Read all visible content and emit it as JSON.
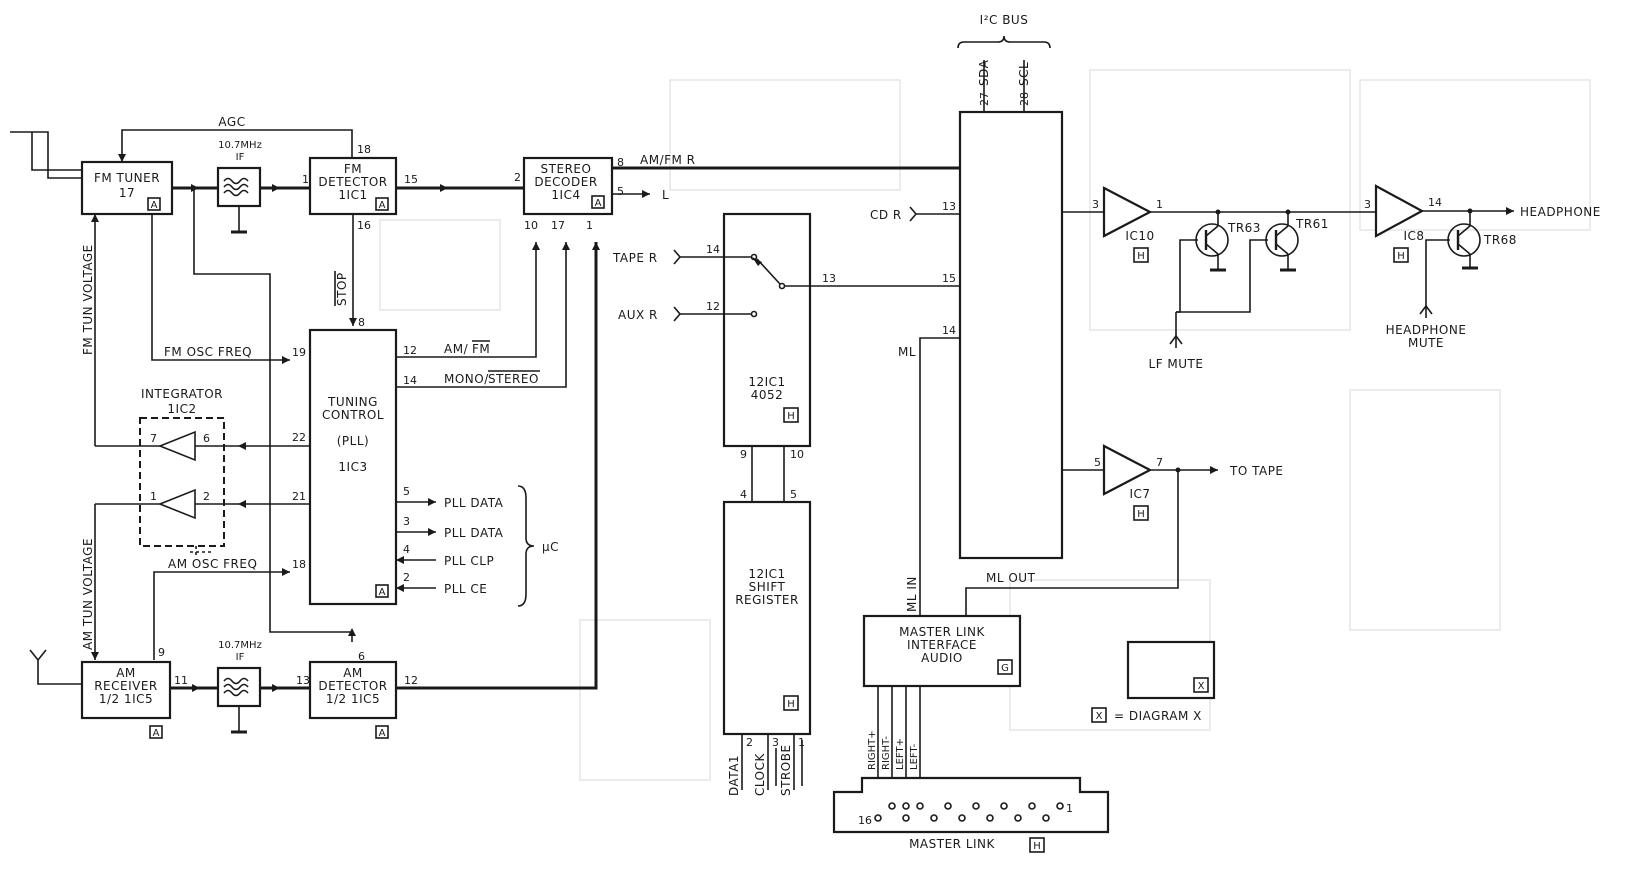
{
  "blocks": {
    "fm_tuner": {
      "lines": [
        "FM TUNER",
        "17"
      ],
      "ref": "A"
    },
    "fm_if": {
      "lines": [
        "10.7MHz",
        "IF"
      ]
    },
    "fm_detector": {
      "lines": [
        "FM",
        "DETECTOR",
        "1IC1"
      ],
      "ref": "A"
    },
    "stereo_decoder": {
      "lines": [
        "STEREO",
        "DECODER",
        "1IC4"
      ],
      "ref": "A"
    },
    "tuning_control": {
      "lines": [
        "TUNING",
        "CONTROL",
        "(PLL)",
        "1IC3"
      ],
      "ref": "A"
    },
    "integrator": {
      "label": "INTEGRATOR",
      "ic": "1IC2"
    },
    "am_receiver": {
      "lines": [
        "AM",
        "RECEIVER",
        "1/2 1IC5"
      ],
      "ref": "A"
    },
    "am_if": {
      "lines": [
        "10.7MHz",
        "IF"
      ]
    },
    "am_detector": {
      "lines": [
        "AM",
        "DETECTOR",
        "1/2 1IC5"
      ],
      "ref": "A"
    },
    "selector": {
      "lines": [
        "12IC1",
        "4052"
      ],
      "ref": "H"
    },
    "shift_register": {
      "lines": [
        "12IC1",
        "SHIFT",
        "REGISTER"
      ],
      "ref": "H"
    },
    "i2c": {
      "bus_label": "I²C BUS",
      "sda": "SDA",
      "scl": "SCL",
      "sda_pin": "27",
      "scl_pin": "28"
    },
    "master_link_interface": {
      "lines": [
        "MASTER LINK",
        "INTERFACE",
        "AUDIO"
      ],
      "ref": "G"
    },
    "master_link": {
      "label": "MASTER LINK",
      "ref": "H",
      "pin_first": "16",
      "pin_last": "1"
    },
    "diagram_x": {
      "ref": "X",
      "legend": "= DIAGRAM X"
    }
  },
  "amps": {
    "ic10": {
      "name": "IC10",
      "ref": "H",
      "in_pin": "3",
      "out_pin": "1"
    },
    "ic8": {
      "name": "IC8",
      "ref": "H",
      "in_pin": "3",
      "out_pin": "14"
    },
    "ic7": {
      "name": "IC7",
      "ref": "H",
      "in_pin": "5",
      "out_pin": "7"
    }
  },
  "transistors": {
    "tr63": "TR63",
    "tr61": "TR61",
    "tr68": "TR68"
  },
  "signals": {
    "agc": "AGC",
    "am_fm_r": "AM/FM R",
    "l": "L",
    "stop": "STOP",
    "fm_osc_freq": "FM OSC FREQ",
    "am_osc_freq": "AM OSC FREQ",
    "am_fm": "AM/",
    "am_fm_bar": "FM",
    "mono": "MONO/",
    "stereo_bar": "STEREO",
    "fm_tun_voltage": "FM TUN VOLTAGE",
    "am_tun_voltage": "AM TUN VOLTAGE",
    "pll_data_1": "PLL DATA",
    "pll_data_2": "PLL DATA",
    "pll_clp": "PLL CLP",
    "pll_ce": "PLL CE",
    "uc": "µC",
    "cd_r": "CD R",
    "tape_r": "TAPE R",
    "aux_r": "AUX R",
    "ml": "ML",
    "ml_in": "ML IN",
    "ml_out": "ML OUT",
    "headphone": "HEADPHONE",
    "headphone_mute_1": "HEADPHONE",
    "headphone_mute_2": "MUTE",
    "lf_mute": "LF MUTE",
    "to_tape": "TO TAPE",
    "data1": "DATA1",
    "clock": "CLOCK",
    "strobe": "STROBE",
    "right_plus": "RIGHT+",
    "right_minus": "RIGHT-",
    "left_plus": "LEFT+",
    "left_minus": "LEFT-"
  },
  "pins": {
    "fm_det_in": "1",
    "fm_det_out": "15",
    "fm_det_agc": "18",
    "fm_det_stop": "16",
    "sd_in": "2",
    "sd_out_r": "8",
    "sd_out_l": "5",
    "sd_p10": "10",
    "sd_p17": "17",
    "sd_p1": "1",
    "tc_top": "8",
    "tc_19": "19",
    "tc_22": "22",
    "tc_21": "21",
    "tc_18": "18",
    "tc_12": "12",
    "tc_14": "14",
    "tc_5": "5",
    "tc_3": "3",
    "tc_4": "4",
    "tc_2": "2",
    "int_7": "7",
    "int_6": "6",
    "int_1": "1",
    "int_2": "2",
    "am_rx_9": "9",
    "am_rx_11": "11",
    "am_det_13": "13",
    "am_det_6": "6",
    "am_det_12": "12",
    "sel_14": "14",
    "sel_12": "12",
    "sel_13": "13",
    "sel_9": "9",
    "sel_10": "10",
    "sr_4": "4",
    "sr_5": "5",
    "sr_2": "2",
    "sr_3": "3",
    "sr_1": "1",
    "bus_13": "13",
    "bus_15": "15",
    "bus_14": "14"
  }
}
